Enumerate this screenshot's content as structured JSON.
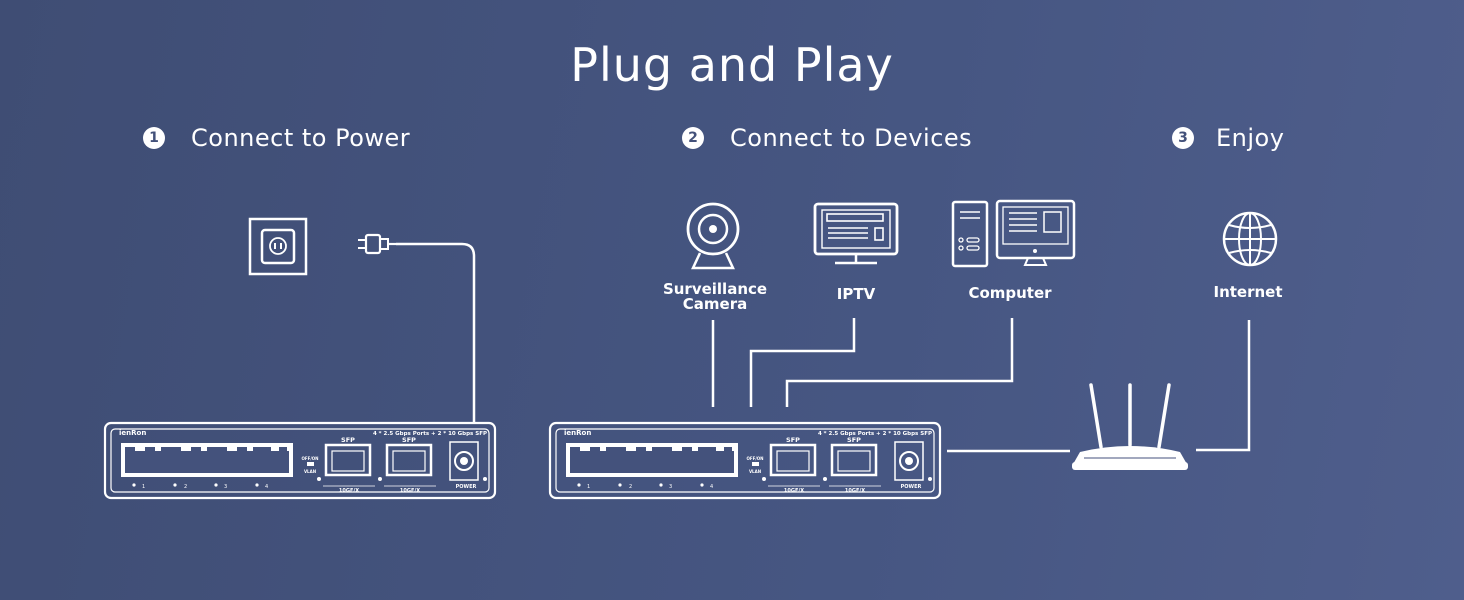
{
  "title": "Plug and Play",
  "steps": [
    {
      "number": "1",
      "label": "Connect to Power"
    },
    {
      "number": "2",
      "label": "Connect to Devices"
    },
    {
      "number": "3",
      "label": "Enjoy"
    }
  ],
  "devices": {
    "camera": "Surveillance Camera",
    "iptv": "IPTV",
    "computer": "Computer",
    "internet": "Internet"
  },
  "switch": {
    "brand": "ienRon",
    "spec": "4 * 2.5 Gbps Ports + 2 * 10 Gbps SFP",
    "sfp_label": "SFP",
    "sfp_port_label": "10GF/X",
    "ports": [
      "1",
      "2",
      "3",
      "4"
    ],
    "vlan_top": "OFF/ON",
    "vlan_bottom": "VLAN",
    "power_label": "POWER"
  },
  "colors": {
    "background": "#44527c",
    "line": "#ffffff"
  }
}
